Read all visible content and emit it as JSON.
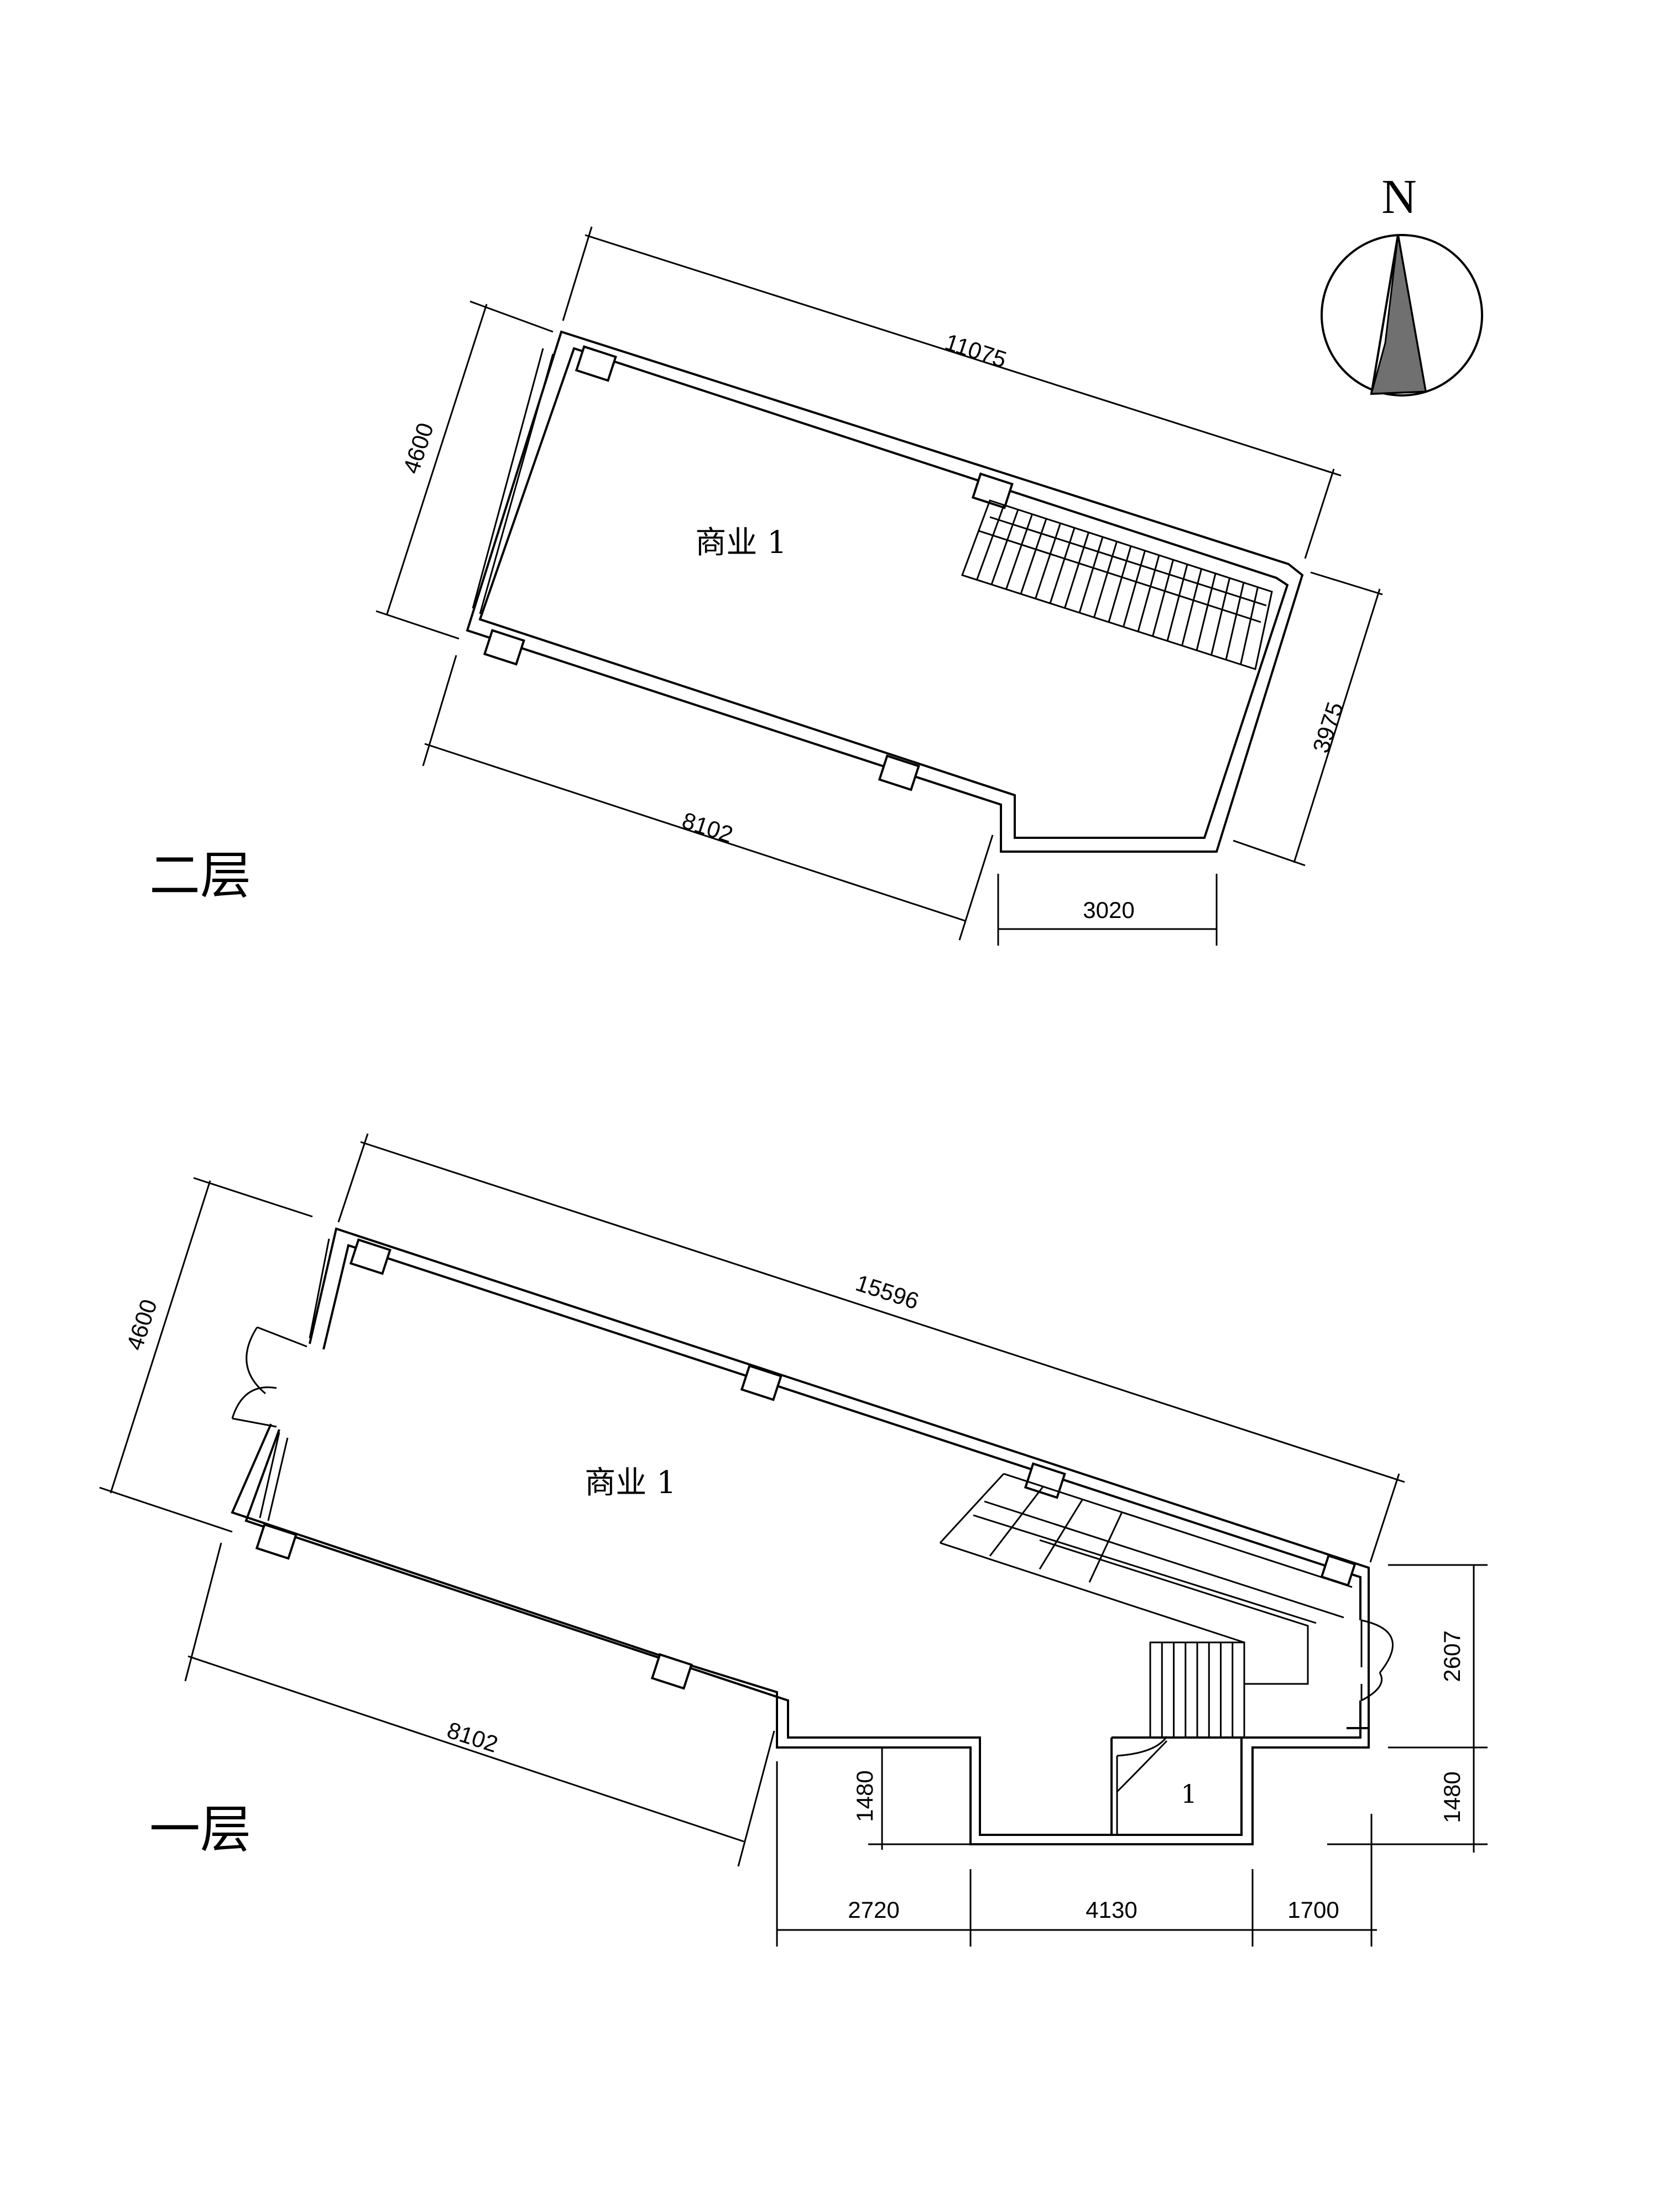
{
  "north_arrow": {
    "label": "N"
  },
  "upper_plan": {
    "floor_label": "二层",
    "room_label": "商业 1",
    "dimensions": {
      "top": "11075",
      "left": "4600",
      "right": "3975",
      "bottom_diagonal": "8102",
      "bottom_horizontal": "3020"
    }
  },
  "lower_plan": {
    "floor_label": "一层",
    "room_label": "商业 1",
    "small_room_label": "1",
    "dimensions": {
      "top": "15596",
      "left": "4600",
      "bottom_diagonal": "8102",
      "right_upper": "2607",
      "right_lower": "1480",
      "inner_vertical": "1480",
      "bottom_left": "2720",
      "bottom_middle": "4130",
      "bottom_right": "1700"
    }
  },
  "colors": {
    "line": "#000000",
    "arrow_fill": "#707070",
    "background": "#ffffff"
  }
}
